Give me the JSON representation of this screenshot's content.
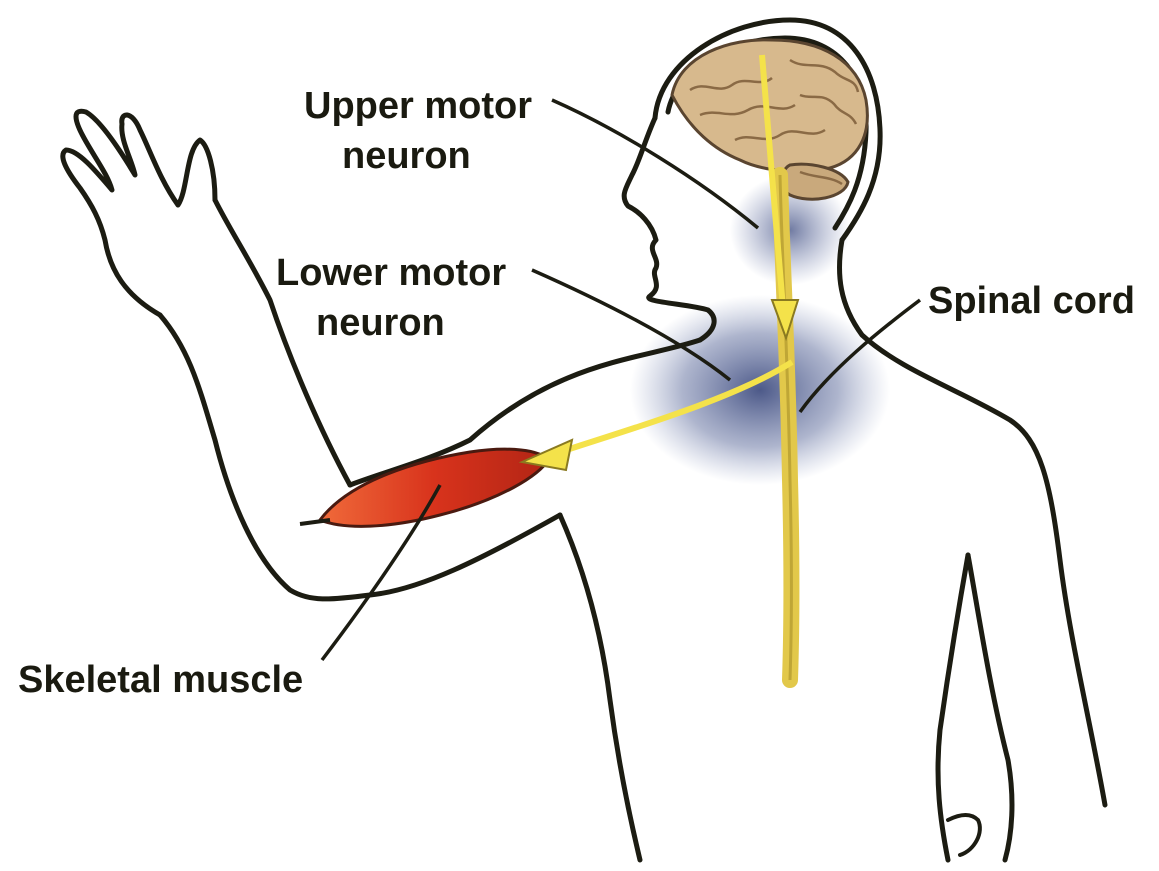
{
  "labels": {
    "upper_motor_neuron": {
      "line1": "Upper motor",
      "line2": "neuron"
    },
    "lower_motor_neuron": {
      "line1": "Lower motor",
      "line2": "neuron"
    },
    "spinal_cord": "Spinal cord",
    "skeletal_muscle": "Skeletal muscle"
  },
  "colors": {
    "outline": "#1c1c12",
    "brain": "#d7b98d",
    "brain_fold": "#8a6a45",
    "nerve_path": "#f4e24a",
    "muscle": "#d8331c",
    "shading": "#3b4a7e"
  }
}
